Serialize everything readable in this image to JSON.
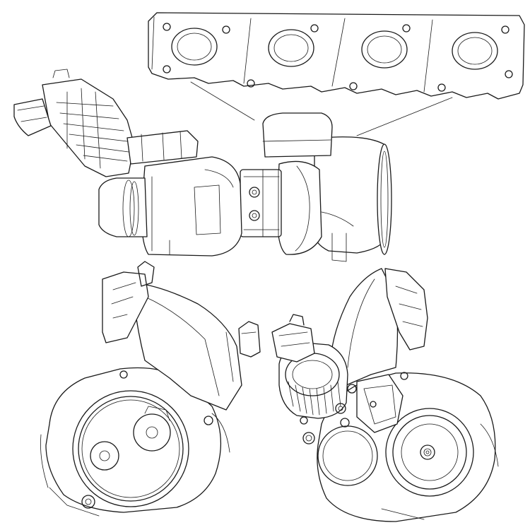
{
  "drawing": {
    "line_color": "#1a1a1a",
    "background_color": "#ffffff",
    "views": [
      {
        "name": "exhaust-manifold-flange",
        "icon": "manifold-flange-icon",
        "port_count": 4
      },
      {
        "name": "turbocharger-side-view",
        "icon": "turbocharger-icon"
      },
      {
        "name": "turbocharger-rear-view",
        "icon": "turbocharger-rear-icon"
      },
      {
        "name": "turbocharger-front-view",
        "icon": "turbocharger-front-icon"
      }
    ]
  }
}
